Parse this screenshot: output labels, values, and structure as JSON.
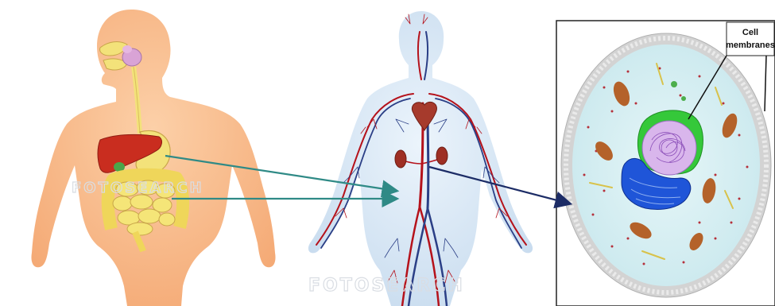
{
  "panels": {
    "digestive": {
      "watermark": "FOTOSEARCH"
    },
    "circulatory": {
      "watermark": "FOTOSEARCH"
    },
    "cell": {
      "callout_line1": "Cell",
      "callout_line2": "membranes"
    }
  },
  "colors": {
    "skin": "#f8b98a",
    "liver": "#c92d1f",
    "intestine": "#f2e06a",
    "vessel_red": "#b5121b",
    "vessel_blue": "#2b3f86",
    "arrow_teal": "#2f8a86",
    "arrow_navy": "#1c2c66",
    "nucleus_green": "#35c83a",
    "er_blue": "#1f55d8",
    "mitochondria": "#b4622a"
  },
  "icons": [
    "arrow-head-icon"
  ]
}
